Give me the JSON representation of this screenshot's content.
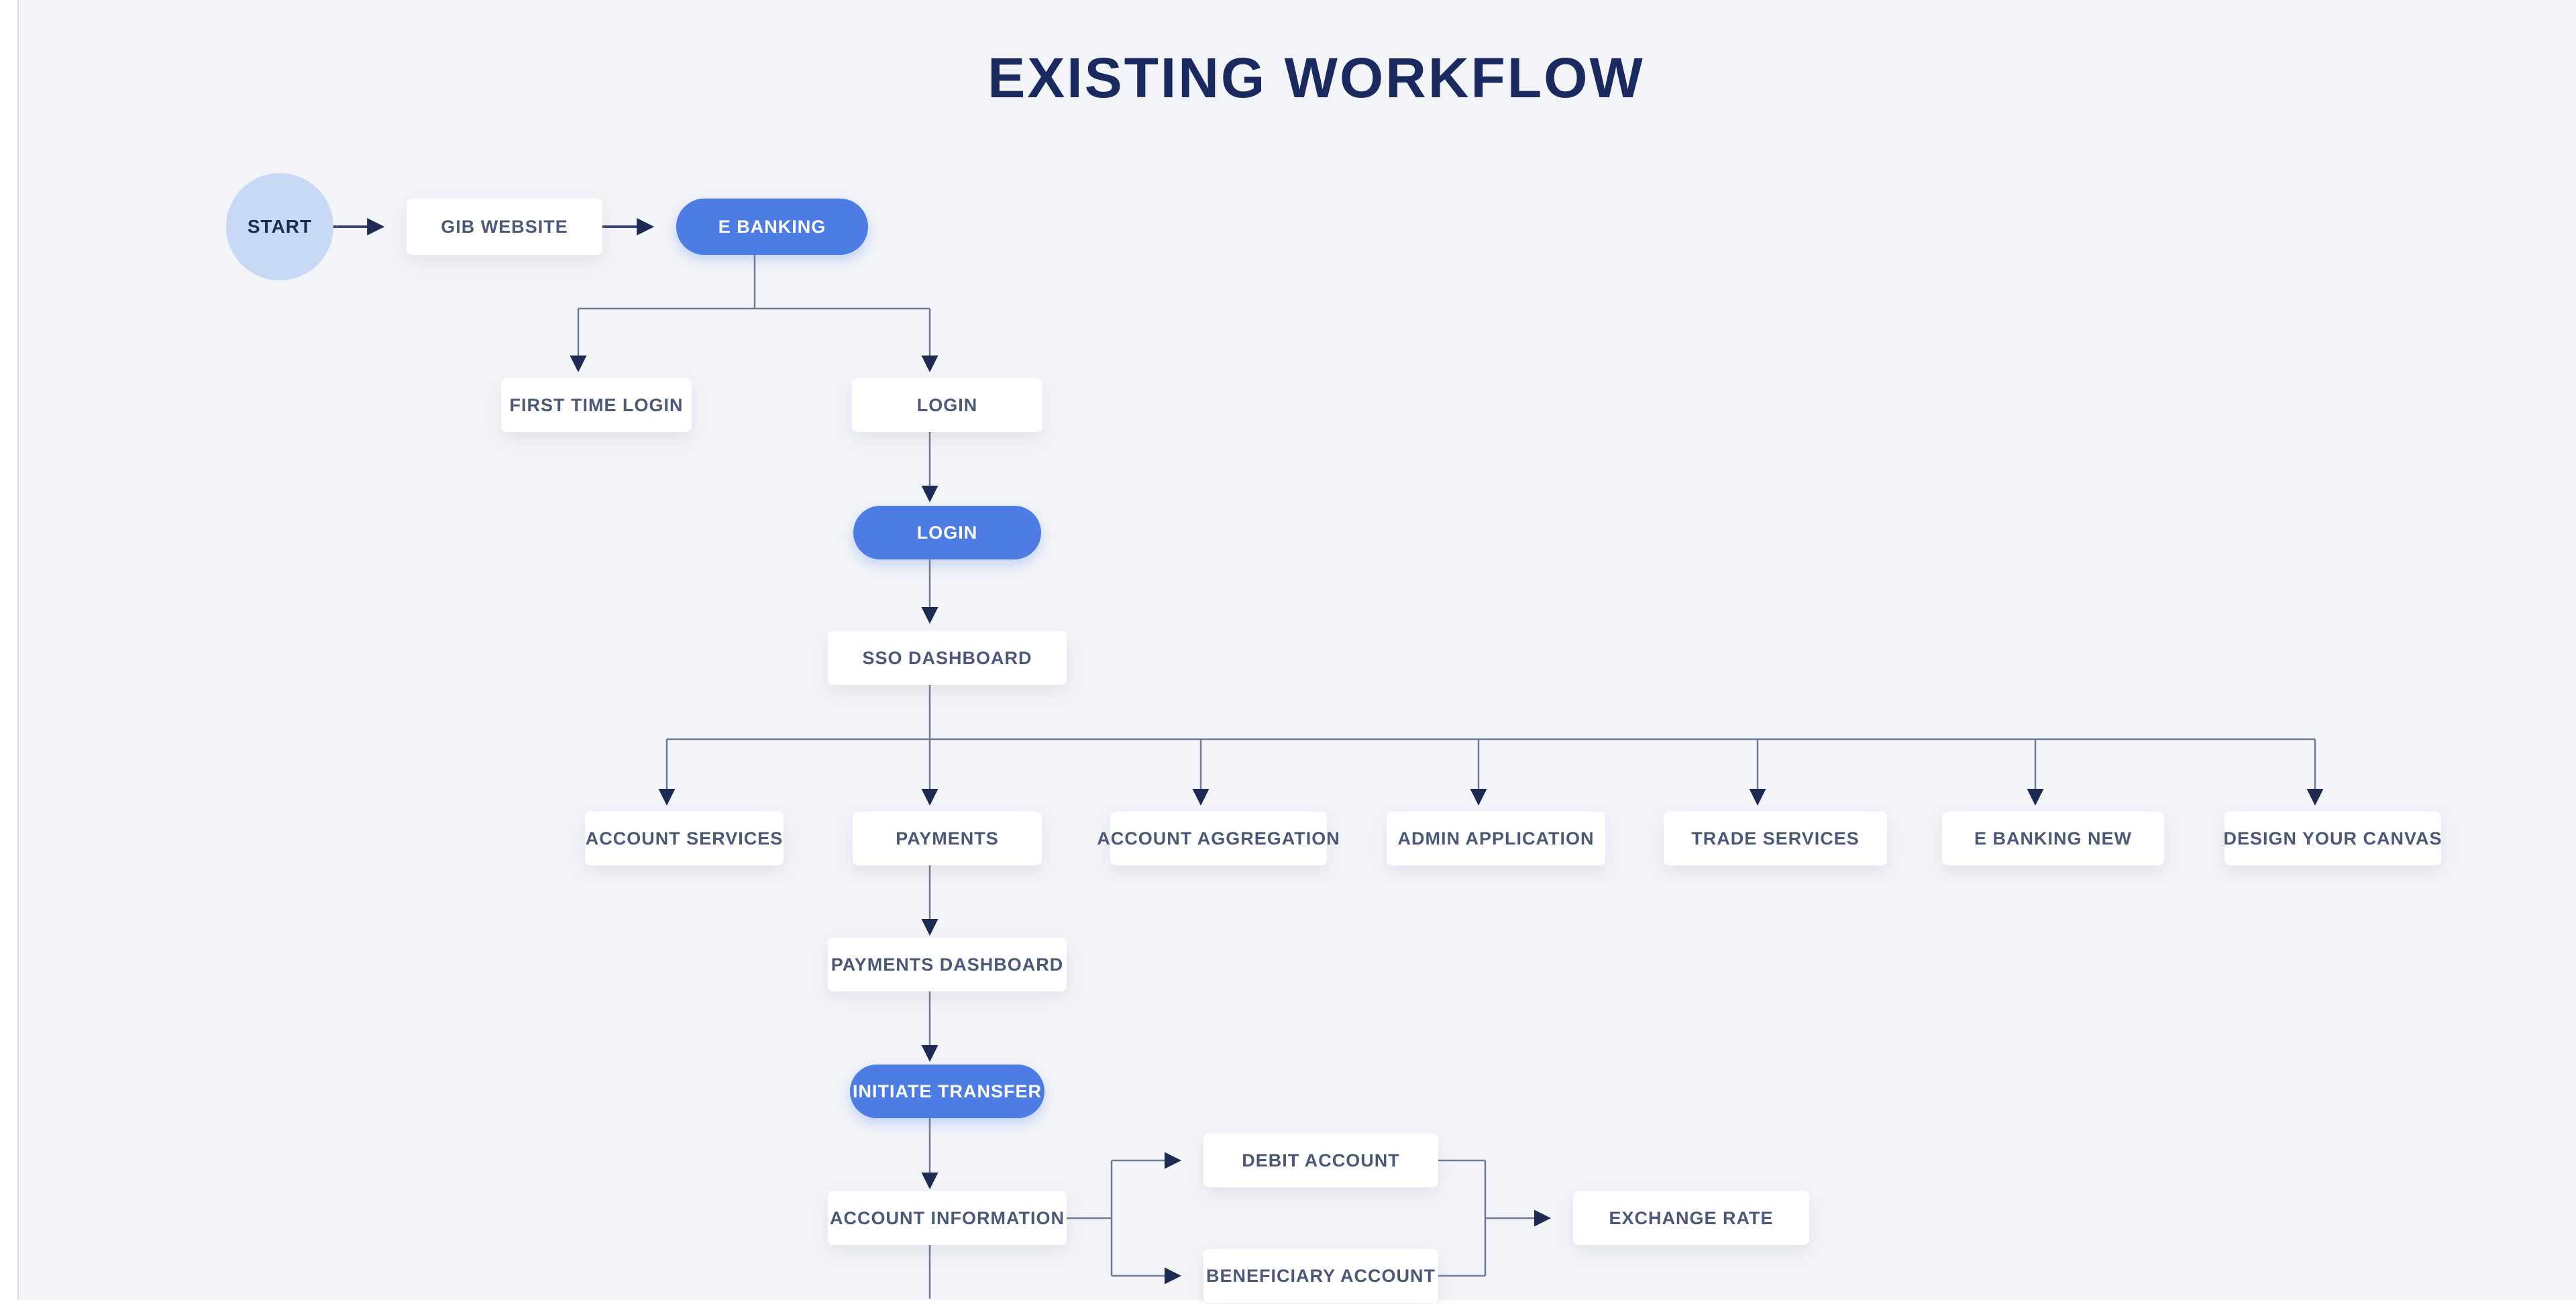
{
  "title": "EXISTING WORKFLOW",
  "nodes": {
    "start": {
      "label": "START"
    },
    "gib_website": {
      "label": "GIB WEBSITE"
    },
    "e_banking": {
      "label": "E BANKING"
    },
    "first_time_login": {
      "label": "FIRST TIME LOGIN"
    },
    "login_box": {
      "label": "LOGIN"
    },
    "login_pill": {
      "label": "LOGIN"
    },
    "sso_dashboard": {
      "label": "SSO DASHBOARD"
    },
    "account_services": {
      "label": "ACCOUNT SERVICES"
    },
    "payments": {
      "label": "PAYMENTS"
    },
    "account_aggregation": {
      "label": "ACCOUNT AGGREGATION"
    },
    "admin_application": {
      "label": "ADMIN APPLICATION"
    },
    "trade_services": {
      "label": "TRADE SERVICES"
    },
    "e_banking_new": {
      "label": "E BANKING NEW"
    },
    "design_your_canvas": {
      "label": "DESIGN YOUR CANVAS"
    },
    "payments_dashboard": {
      "label": "PAYMENTS DASHBOARD"
    },
    "initiate_transfer": {
      "label": "INITIATE TRANSFER"
    },
    "account_information": {
      "label": "ACCOUNT INFORMATION"
    },
    "debit_account": {
      "label": "DEBIT ACCOUNT"
    },
    "beneficiary_account": {
      "label": "BENEFICIARY ACCOUNT"
    },
    "exchange_rate": {
      "label": "EXCHANGE RATE"
    }
  },
  "colors": {
    "background": "#f2f4f8",
    "node_fill": "#ffffff",
    "accent_pill": "#4d7de4",
    "start_circle": "#c8d9f6",
    "title_text": "#1a2a5e",
    "node_text": "#4b5877",
    "connector_line": "#717c92",
    "arrowhead": "#1d2b52"
  }
}
